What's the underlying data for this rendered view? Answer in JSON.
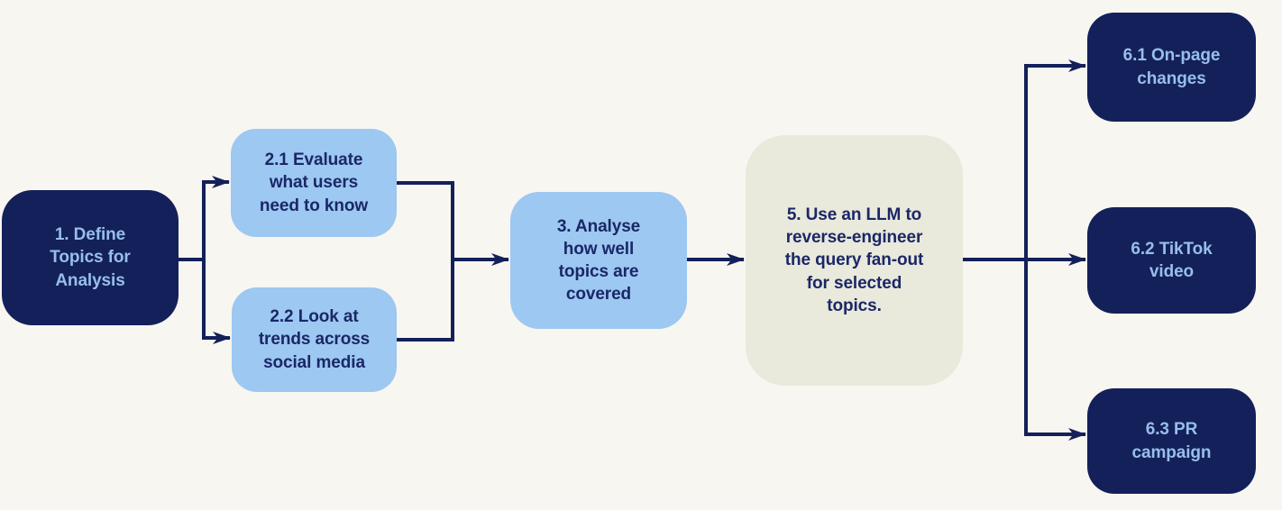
{
  "colors": {
    "background": "#F8F6F0",
    "navy": "#14205A",
    "light_blue": "#9CC8F2",
    "gray": "#E9E9DC",
    "text_on_navy": "#97BEEC",
    "text_on_light": "#1B2766",
    "connector": "#14205A"
  },
  "nodes": [
    {
      "id": "1",
      "style": "navy",
      "label": "1. Define\nTopics for\nAnalysis"
    },
    {
      "id": "2.1",
      "style": "light",
      "label": "2.1 Evaluate\nwhat users\nneed to know"
    },
    {
      "id": "2.2",
      "style": "light",
      "label": "2.2 Look at\ntrends across\nsocial media"
    },
    {
      "id": "3",
      "style": "light",
      "label": "3. Analyse\nhow well\ntopics are\ncovered"
    },
    {
      "id": "5",
      "style": "gray",
      "label": "5. Use an LLM to\nreverse-engineer\nthe query fan-out\nfor selected\ntopics."
    },
    {
      "id": "6.1",
      "style": "navy",
      "label": "6.1 On-page\nchanges"
    },
    {
      "id": "6.2",
      "style": "navy",
      "label": "6.2 TikTok\nvideo"
    },
    {
      "id": "6.3",
      "style": "navy",
      "label": "6.3 PR\ncampaign"
    }
  ],
  "edges": [
    {
      "from": "1",
      "to": "2.1"
    },
    {
      "from": "1",
      "to": "2.2"
    },
    {
      "from": "2.1",
      "to": "3"
    },
    {
      "from": "2.2",
      "to": "3"
    },
    {
      "from": "3",
      "to": "5"
    },
    {
      "from": "5",
      "to": "6.1"
    },
    {
      "from": "5",
      "to": "6.2"
    },
    {
      "from": "5",
      "to": "6.3"
    }
  ]
}
